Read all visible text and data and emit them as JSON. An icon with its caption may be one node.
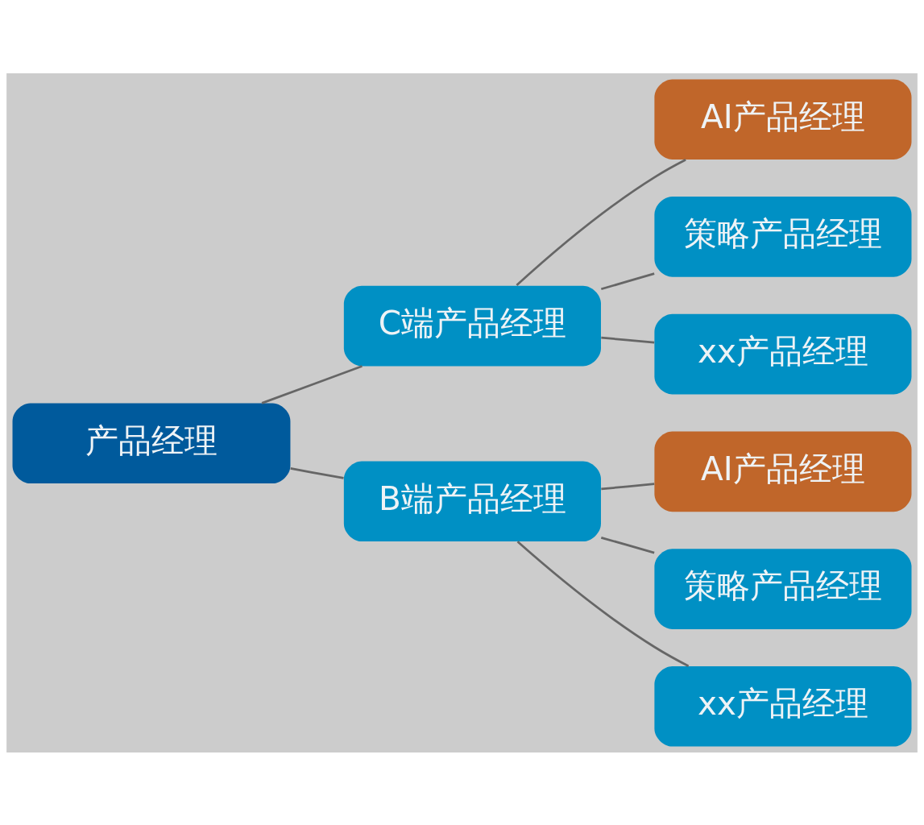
{
  "diagram": {
    "nodes": [
      {
        "text": [
          "产品经理"
        ]
      },
      {
        "text": [
          "C端产品经理"
        ]
      },
      {
        "text": [
          "AI产品经理"
        ]
      },
      {
        "text": [
          "策略产品经理"
        ]
      },
      {
        "text": [
          "xx产品经理"
        ]
      },
      {
        "text": [
          "B端产品经理"
        ]
      },
      {
        "text": [
          "AI产品经理"
        ]
      },
      {
        "text": [
          "策略产品经理"
        ]
      },
      {
        "text": [
          "xx产品经理"
        ]
      }
    ],
    "edges": [
      {
        "from": 0,
        "to": 1,
        "arrow": "none"
      },
      {
        "from": 1,
        "to": 2,
        "arrow": "none"
      },
      {
        "from": 1,
        "to": 3,
        "arrow": "none"
      },
      {
        "from": 1,
        "to": 4,
        "arrow": "none"
      },
      {
        "from": 0,
        "to": 5,
        "arrow": "none"
      },
      {
        "from": 5,
        "to": 6,
        "arrow": "none"
      },
      {
        "from": 5,
        "to": 7,
        "arrow": "none"
      },
      {
        "from": 5,
        "to": 8,
        "arrow": "none"
      }
    ]
  }
}
